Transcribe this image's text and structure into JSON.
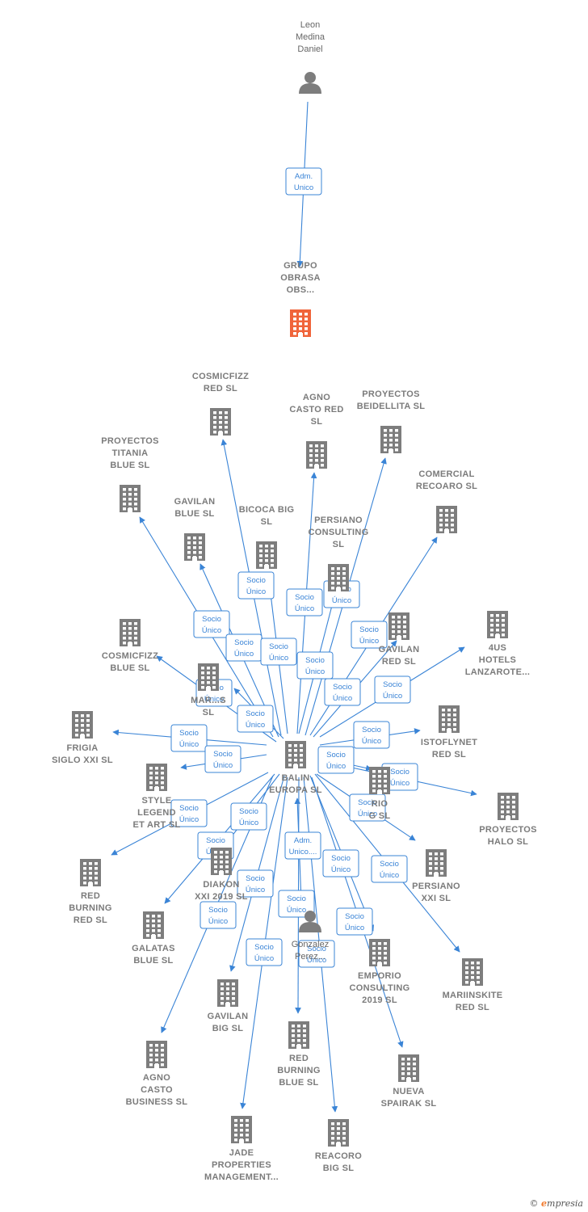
{
  "colors": {
    "edge": "#3a84d6",
    "company": "#7d7d7d",
    "focus_company": "#f0643a",
    "person": "#7d7d7d",
    "label": "#7b7b7b"
  },
  "icons": {
    "company": "building-icon",
    "person": "person-icon"
  },
  "nodes": [
    {
      "id": "leon",
      "type": "person",
      "lines": [
        "Leon",
        "Medina",
        "Daniel"
      ]
    },
    {
      "id": "grupo",
      "type": "focus",
      "lines": [
        "GRUPO",
        "OBRASA",
        "OBS..."
      ]
    },
    {
      "id": "balin",
      "type": "company",
      "lines": [
        "BALIN",
        "EUROPA SL"
      ]
    },
    {
      "id": "gonzalez",
      "type": "person",
      "lines": [
        "Gonzalez",
        "Perez..."
      ]
    },
    {
      "id": "cosmic_red",
      "type": "company",
      "lines": [
        "COSMICFIZZ",
        "RED SL"
      ]
    },
    {
      "id": "agno_red",
      "type": "company",
      "lines": [
        "AGNO",
        "CASTO RED",
        "SL"
      ]
    },
    {
      "id": "beidellita",
      "type": "company",
      "lines": [
        "PROYECTOS",
        "BEIDELLITA SL"
      ]
    },
    {
      "id": "titania",
      "type": "company",
      "lines": [
        "PROYECTOS",
        "TITANIA",
        "BLUE SL"
      ]
    },
    {
      "id": "recoaro",
      "type": "company",
      "lines": [
        "COMERCIAL",
        "RECOARO SL"
      ]
    },
    {
      "id": "gavilan_blue",
      "type": "company",
      "lines": [
        "GAVILAN",
        "BLUE SL"
      ]
    },
    {
      "id": "bicoca",
      "type": "company",
      "lines": [
        "BICOCA BIG",
        "SL"
      ]
    },
    {
      "id": "persiano_c",
      "type": "company",
      "lines": [
        "PERSIANO",
        "CONSULTING",
        "SL"
      ]
    },
    {
      "id": "gavilan_red",
      "type": "company",
      "lines": [
        "GAVILAN",
        "RED SL"
      ]
    },
    {
      "id": "hotels",
      "type": "company",
      "lines": [
        "4US",
        "HOTELS",
        "LANZAROTE..."
      ]
    },
    {
      "id": "cosmic_blue",
      "type": "company",
      "lines": [
        "COSMICFIZZ",
        "BLUE SL"
      ]
    },
    {
      "id": "mar",
      "type": "company",
      "lines": [
        "MAR...S",
        "SL"
      ]
    },
    {
      "id": "frigia",
      "type": "company",
      "lines": [
        "FRIGIA",
        "SIGLO XXI SL"
      ]
    },
    {
      "id": "istoflynet",
      "type": "company",
      "lines": [
        "ISTOFLYNET",
        "RED SL"
      ]
    },
    {
      "id": "style",
      "type": "company",
      "lines": [
        "STYLE",
        "LEGEND",
        "ET ART SL"
      ]
    },
    {
      "id": "rio",
      "type": "company",
      "lines": [
        "RIO",
        "G SL"
      ]
    },
    {
      "id": "halo",
      "type": "company",
      "lines": [
        "PROYECTOS",
        "HALO SL"
      ]
    },
    {
      "id": "red_burning_red",
      "type": "company",
      "lines": [
        "RED",
        "BURNING",
        "RED SL"
      ]
    },
    {
      "id": "diakon",
      "type": "company",
      "lines": [
        "DIAKON",
        "XXI 2019 SL"
      ]
    },
    {
      "id": "persiano_xxi",
      "type": "company",
      "lines": [
        "PERSIANO",
        "XXI SL"
      ]
    },
    {
      "id": "galatas",
      "type": "company",
      "lines": [
        "GALATAS",
        "BLUE SL"
      ]
    },
    {
      "id": "emporio",
      "type": "company",
      "lines": [
        "EMPORIO",
        "CONSULTING",
        "2019 SL"
      ]
    },
    {
      "id": "mariinskite",
      "type": "company",
      "lines": [
        "MARIINSKITE",
        "RED SL"
      ]
    },
    {
      "id": "gavilan_big",
      "type": "company",
      "lines": [
        "GAVILAN",
        "BIG SL"
      ]
    },
    {
      "id": "red_burning_blue",
      "type": "company",
      "lines": [
        "RED",
        "BURNING",
        "BLUE SL"
      ]
    },
    {
      "id": "agno_business",
      "type": "company",
      "lines": [
        "AGNO",
        "CASTO",
        "BUSINESS SL"
      ]
    },
    {
      "id": "nueva",
      "type": "company",
      "lines": [
        "NUEVA",
        "SPAIRAK SL"
      ]
    },
    {
      "id": "jade",
      "type": "company",
      "lines": [
        "JADE",
        "PROPERTIES",
        "MANAGEMENT..."
      ]
    },
    {
      "id": "reacoro",
      "type": "company",
      "lines": [
        "REACORO",
        "BIG SL"
      ]
    }
  ],
  "relations": [
    {
      "lines": [
        "Adm.",
        "Unico"
      ]
    },
    {
      "lines": [
        "Socio",
        "Único"
      ]
    },
    {
      "lines": [
        "Adm.",
        "Unico...."
      ]
    }
  ],
  "footer": {
    "copyright": "©",
    "brand_initial": "e",
    "brand_rest": "mpresia"
  }
}
